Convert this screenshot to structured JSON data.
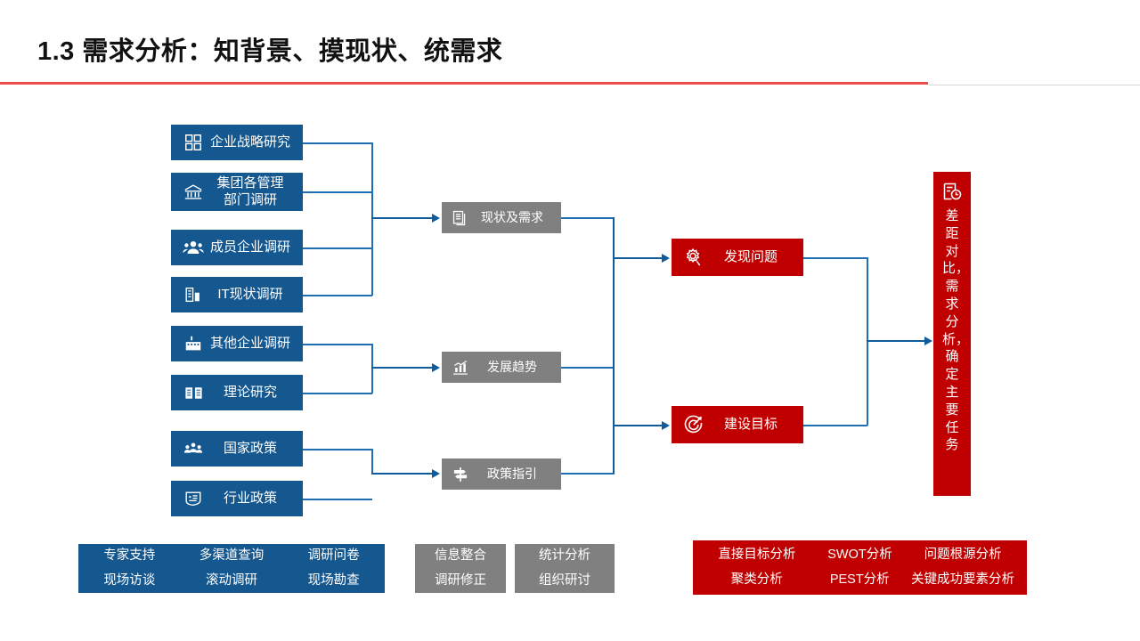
{
  "header": {
    "title": "1.3 需求分析：知背景、摸现状、统需求",
    "rule_color": "#ED4C4C"
  },
  "colors": {
    "blue": "#15578F",
    "gray": "#808080",
    "red": "#C00000",
    "connector": "#1F6FB2"
  },
  "sources": [
    {
      "label": "企业战略研究",
      "icon": "grid-squares-icon"
    },
    {
      "label": "集团各管理\n部门调研",
      "icon": "bank-building-icon"
    },
    {
      "label": "成员企业调研",
      "icon": "people-group-icon"
    },
    {
      "label": "IT现状调研",
      "icon": "bar-building-icon"
    },
    {
      "label": "其他企业调研",
      "icon": "factory-icon"
    },
    {
      "label": "理论研究",
      "icon": "open-book-icon"
    },
    {
      "label": "国家政策",
      "icon": "team-icon"
    },
    {
      "label": "行业政策",
      "icon": "badge-document-icon"
    }
  ],
  "middle": [
    {
      "label": "现状及需求",
      "icon": "documents-icon"
    },
    {
      "label": "发展趋势",
      "icon": "chart-trend-icon"
    },
    {
      "label": "政策指引",
      "icon": "signpost-icon"
    }
  ],
  "stages": [
    {
      "label": "发现问题",
      "icon": "gear-icon"
    },
    {
      "label": "建设目标",
      "icon": "target-icon"
    }
  ],
  "outcome": {
    "icon": "clipboard-clock-icon",
    "label": "差距对比，需求分析，确定主要任务"
  },
  "legends": {
    "blue": {
      "row1": [
        "专家支持",
        "多渠道查询",
        "调研问卷"
      ],
      "row2": [
        "现场访谈",
        "滚动调研",
        "现场勘查"
      ]
    },
    "gray1": {
      "row1": [
        "信息整合"
      ],
      "row2": [
        "调研修正"
      ]
    },
    "gray2": {
      "row1": [
        "统计分析"
      ],
      "row2": [
        "组织研讨"
      ]
    },
    "red": {
      "row1": [
        "直接目标分析",
        "SWOT分析",
        "问题根源分析"
      ],
      "row2": [
        "聚类分析",
        "PEST分析",
        "关键成功要素分析"
      ]
    }
  }
}
